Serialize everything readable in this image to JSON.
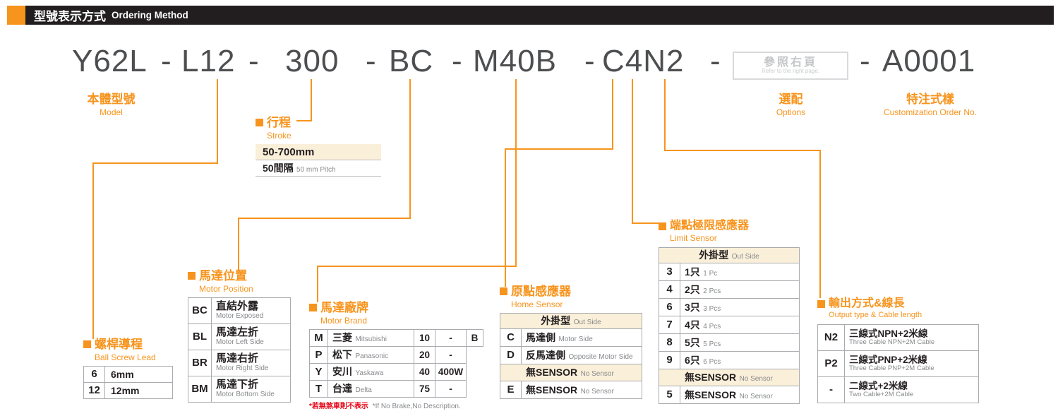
{
  "header": {
    "title_zh": "型號表示方式",
    "title_en": "Ordering Method"
  },
  "model_code": {
    "separator": "-",
    "segments": [
      "Y62L",
      "L12",
      "300",
      "BC",
      "M40B",
      "C4N2"
    ],
    "ref_box": {
      "zh": "參照右頁",
      "en": "Refer to the right page."
    },
    "custom_segment": "A0001"
  },
  "labels": {
    "model": {
      "zh": "本體型號",
      "en": "Model"
    },
    "options": {
      "zh": "選配",
      "en": "Options"
    },
    "customization": {
      "zh": "特注式樣",
      "en": "Customization Order No."
    }
  },
  "stroke": {
    "title_zh": "行程",
    "title_en": "Stroke",
    "range": "50-700mm",
    "pitch_zh": "50間隔",
    "pitch_en": "50 mm Pitch"
  },
  "ball_screw_lead": {
    "title_zh": "螺桿導程",
    "title_en": "Ball Screw Lead",
    "rows": [
      {
        "code": "6",
        "value": "6mm"
      },
      {
        "code": "12",
        "value": "12mm"
      }
    ]
  },
  "motor_position": {
    "title_zh": "馬達位置",
    "title_en": "Motor Position",
    "rows": [
      {
        "code": "BC",
        "zh": "直結外露",
        "en": "Motor Exposed"
      },
      {
        "code": "BL",
        "zh": "馬達左折",
        "en": "Motor Left Side"
      },
      {
        "code": "BR",
        "zh": "馬達右折",
        "en": "Motor Right Side"
      },
      {
        "code": "BM",
        "zh": "馬達下折",
        "en": "Motor Bottom Side"
      }
    ]
  },
  "motor_brand": {
    "title_zh": "馬達廠牌",
    "title_en": "Motor Brand",
    "rows": [
      {
        "code": "M",
        "zh": "三菱",
        "en": "Mitsubishi",
        "watt_code": "10",
        "watt": "-",
        "brake": "B"
      },
      {
        "code": "P",
        "zh": "松下",
        "en": "Panasonic",
        "watt_code": "20",
        "watt": "-",
        "brake": ""
      },
      {
        "code": "Y",
        "zh": "安川",
        "en": "Yaskawa",
        "watt_code": "40",
        "watt": "400W",
        "brake": ""
      },
      {
        "code": "T",
        "zh": "台達",
        "en": "Delta",
        "watt_code": "75",
        "watt": "-",
        "brake": ""
      }
    ],
    "note_zh": "*若無煞車則不表示",
    "note_en": "*If No Brake,No Description."
  },
  "home_sensor": {
    "title_zh": "原點感應器",
    "title_en": "Home Sensor",
    "header_zh": "外掛型",
    "header_en": "Out Side",
    "rows": [
      {
        "code": "C",
        "zh": "馬達側",
        "en": "Motor Side"
      },
      {
        "code": "D",
        "zh": "反馬達側",
        "en": "Opposite Motor Side"
      }
    ],
    "no_sensor_zh": "無SENSOR",
    "no_sensor_en": "No Sensor",
    "no_sensor_row": {
      "code": "E",
      "zh": "無SENSOR",
      "en": "No Sensor"
    }
  },
  "limit_sensor": {
    "title_zh": "端點極限感應器",
    "title_en": "Limit Sensor",
    "header_zh": "外掛型",
    "header_en": "Out Side",
    "rows": [
      {
        "code": "3",
        "zh": "1只",
        "en": "1 Pc"
      },
      {
        "code": "4",
        "zh": "2只",
        "en": "2 Pcs"
      },
      {
        "code": "6",
        "zh": "3只",
        "en": "3 Pcs"
      },
      {
        "code": "7",
        "zh": "4只",
        "en": "4 Pcs"
      },
      {
        "code": "8",
        "zh": "5只",
        "en": "5 Pcs"
      },
      {
        "code": "9",
        "zh": "6只",
        "en": "6 Pcs"
      }
    ],
    "no_sensor_zh": "無SENSOR",
    "no_sensor_en": "No Sensor",
    "no_sensor_row": {
      "code": "5",
      "zh": "無SENSOR",
      "en": "No Sensor"
    }
  },
  "output_cable": {
    "title_zh": "輸出方式&線長",
    "title_en": "Output type & Cable length",
    "rows": [
      {
        "code": "N2",
        "zh": "三線式NPN+2米線",
        "en": "Three Cable NPN+2M Cable"
      },
      {
        "code": "P2",
        "zh": "三線式PNP+2米線",
        "en": "Three Cable PNP+2M Cable"
      },
      {
        "code": "-",
        "zh": "二線式+2米線",
        "en": "Two Cable+2M Cable"
      }
    ]
  },
  "colors": {
    "accent_orange": "#F7941D",
    "header_black": "#221E1F",
    "highlight_beige": "#FAEFD9",
    "note_red": "#E60012"
  }
}
